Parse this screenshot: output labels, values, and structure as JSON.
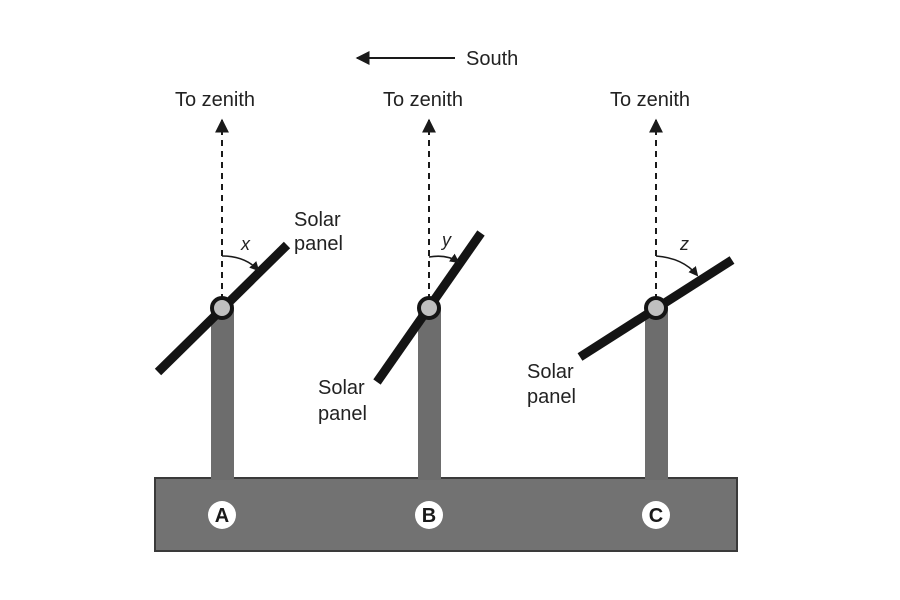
{
  "diagram": {
    "direction_label": "South",
    "colors": {
      "post": "#6d6d6d",
      "base": "#727272",
      "panel": "#141414",
      "pivot_fill": "#bfbfbf",
      "circle_fill": "#ffffff"
    },
    "panels": [
      {
        "id": "A",
        "zenith_label": "To zenith",
        "angle_label": "x",
        "panel_label_lines": [
          "Solar",
          "panel"
        ]
      },
      {
        "id": "B",
        "zenith_label": "To zenith",
        "angle_label": "y",
        "panel_label_lines": [
          "Solar",
          "panel"
        ]
      },
      {
        "id": "C",
        "zenith_label": "To zenith",
        "angle_label": "z",
        "panel_label_lines": [
          "Solar",
          "panel"
        ]
      }
    ]
  }
}
